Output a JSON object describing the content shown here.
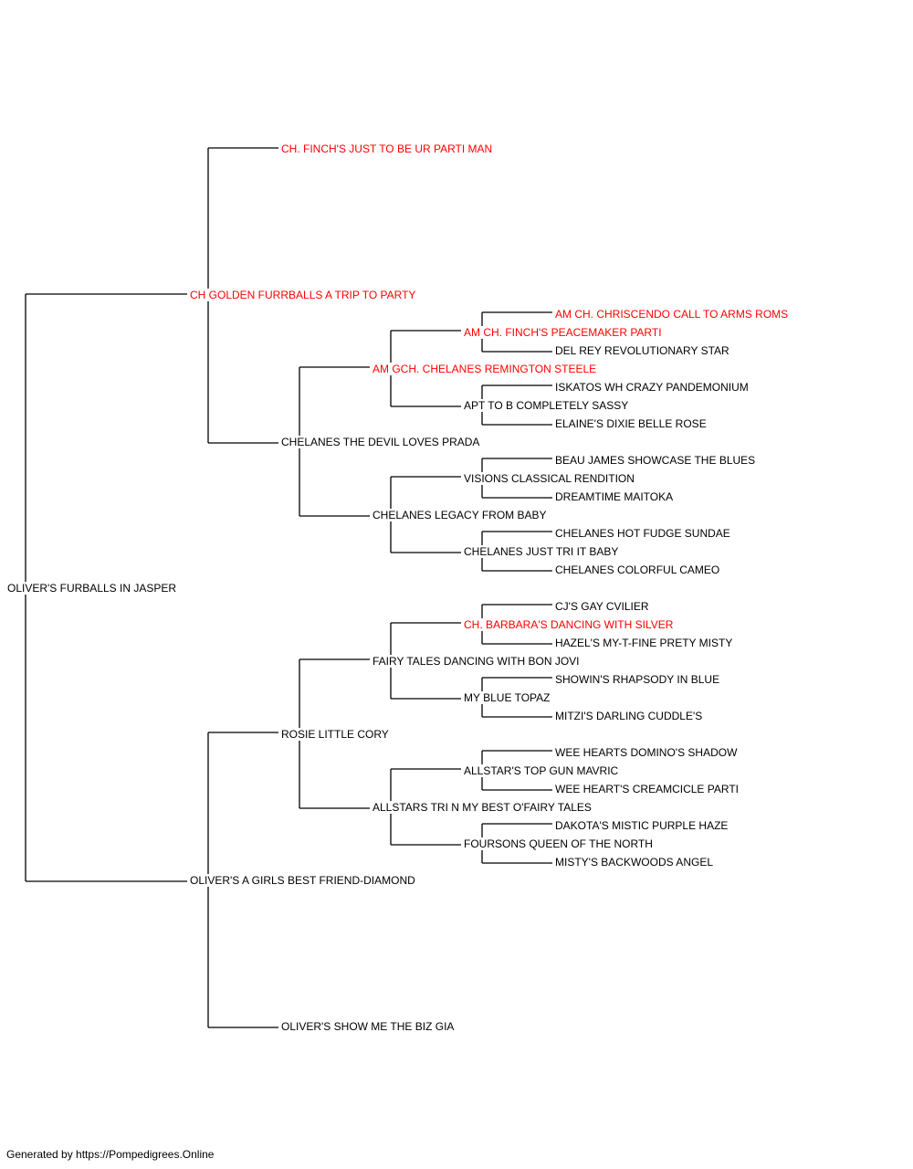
{
  "footer": "Generated by https://Pompedigrees.Online",
  "colors": {
    "champion": "#ff0000",
    "normal": "#000000",
    "line": "#000000"
  },
  "subject": {
    "name": "OLIVER'S FURBALLS IN JASPER",
    "champion": false
  },
  "sire": {
    "name": "CH GOLDEN FURRBALLS A TRIP TO PARTY",
    "champion": true
  },
  "dam": {
    "name": "OLIVER'S A GIRLS BEST FRIEND-DIAMOND",
    "champion": false
  },
  "sire_sire": {
    "name": "CH. FINCH'S JUST TO BE UR PARTI MAN",
    "champion": true
  },
  "sire_dam": {
    "name": "CHELANES THE DEVIL LOVES PRADA",
    "champion": false
  },
  "dam_sire": {
    "name": "ROSIE LITTLE CORY",
    "champion": false
  },
  "dam_dam": {
    "name": "OLIVER'S SHOW ME THE BIZ GIA",
    "champion": false
  },
  "g3": [
    {
      "name": "AM GCH. CHELANES REMINGTON STEELE",
      "champion": true
    },
    {
      "name": "CHELANES LEGACY FROM BABY",
      "champion": false
    },
    {
      "name": "FAIRY TALES DANCING WITH BON JOVI",
      "champion": false
    },
    {
      "name": "ALLSTARS TRI N MY BEST O'FAIRY TALES",
      "champion": false
    }
  ],
  "g4": [
    {
      "name": "AM CH. FINCH'S PEACEMAKER PARTI",
      "champion": true
    },
    {
      "name": "APT TO B COMPLETELY SASSY",
      "champion": false
    },
    {
      "name": "VISIONS CLASSICAL RENDITION",
      "champion": false
    },
    {
      "name": "CHELANES JUST TRI IT BABY",
      "champion": false
    },
    {
      "name": "CH. BARBARA'S DANCING WITH SILVER",
      "champion": true
    },
    {
      "name": "MY BLUE TOPAZ",
      "champion": false
    },
    {
      "name": "ALLSTAR'S TOP GUN MAVRIC",
      "champion": false
    },
    {
      "name": "FOURSONS QUEEN OF THE NORTH",
      "champion": false
    }
  ],
  "g5": [
    {
      "name": "AM CH. CHRISCENDO CALL TO ARMS ROMS",
      "champion": true
    },
    {
      "name": "DEL REY REVOLUTIONARY STAR",
      "champion": false
    },
    {
      "name": "ISKATOS WH CRAZY PANDEMONIUM",
      "champion": false
    },
    {
      "name": "ELAINE'S DIXIE BELLE ROSE",
      "champion": false
    },
    {
      "name": "BEAU JAMES SHOWCASE THE BLUES",
      "champion": false
    },
    {
      "name": "DREAMTIME MAITOKA",
      "champion": false
    },
    {
      "name": "CHELANES HOT FUDGE SUNDAE",
      "champion": false
    },
    {
      "name": "CHELANES COLORFUL CAMEO",
      "champion": false
    },
    {
      "name": "CJ'S GAY CVILIER",
      "champion": false
    },
    {
      "name": "HAZEL'S MY-T-FINE PRETY MISTY",
      "champion": false
    },
    {
      "name": "SHOWIN'S RHAPSODY IN BLUE",
      "champion": false
    },
    {
      "name": "MITZI'S DARLING CUDDLE'S",
      "champion": false
    },
    {
      "name": "WEE HEARTS DOMINO'S SHADOW",
      "champion": false
    },
    {
      "name": "WEE HEART'S CREAMCICLE PARTI",
      "champion": false
    },
    {
      "name": "DAKOTA'S MISTIC PURPLE HAZE",
      "champion": false
    },
    {
      "name": "MISTY'S BACKWOODS ANGEL",
      "champion": false
    }
  ]
}
